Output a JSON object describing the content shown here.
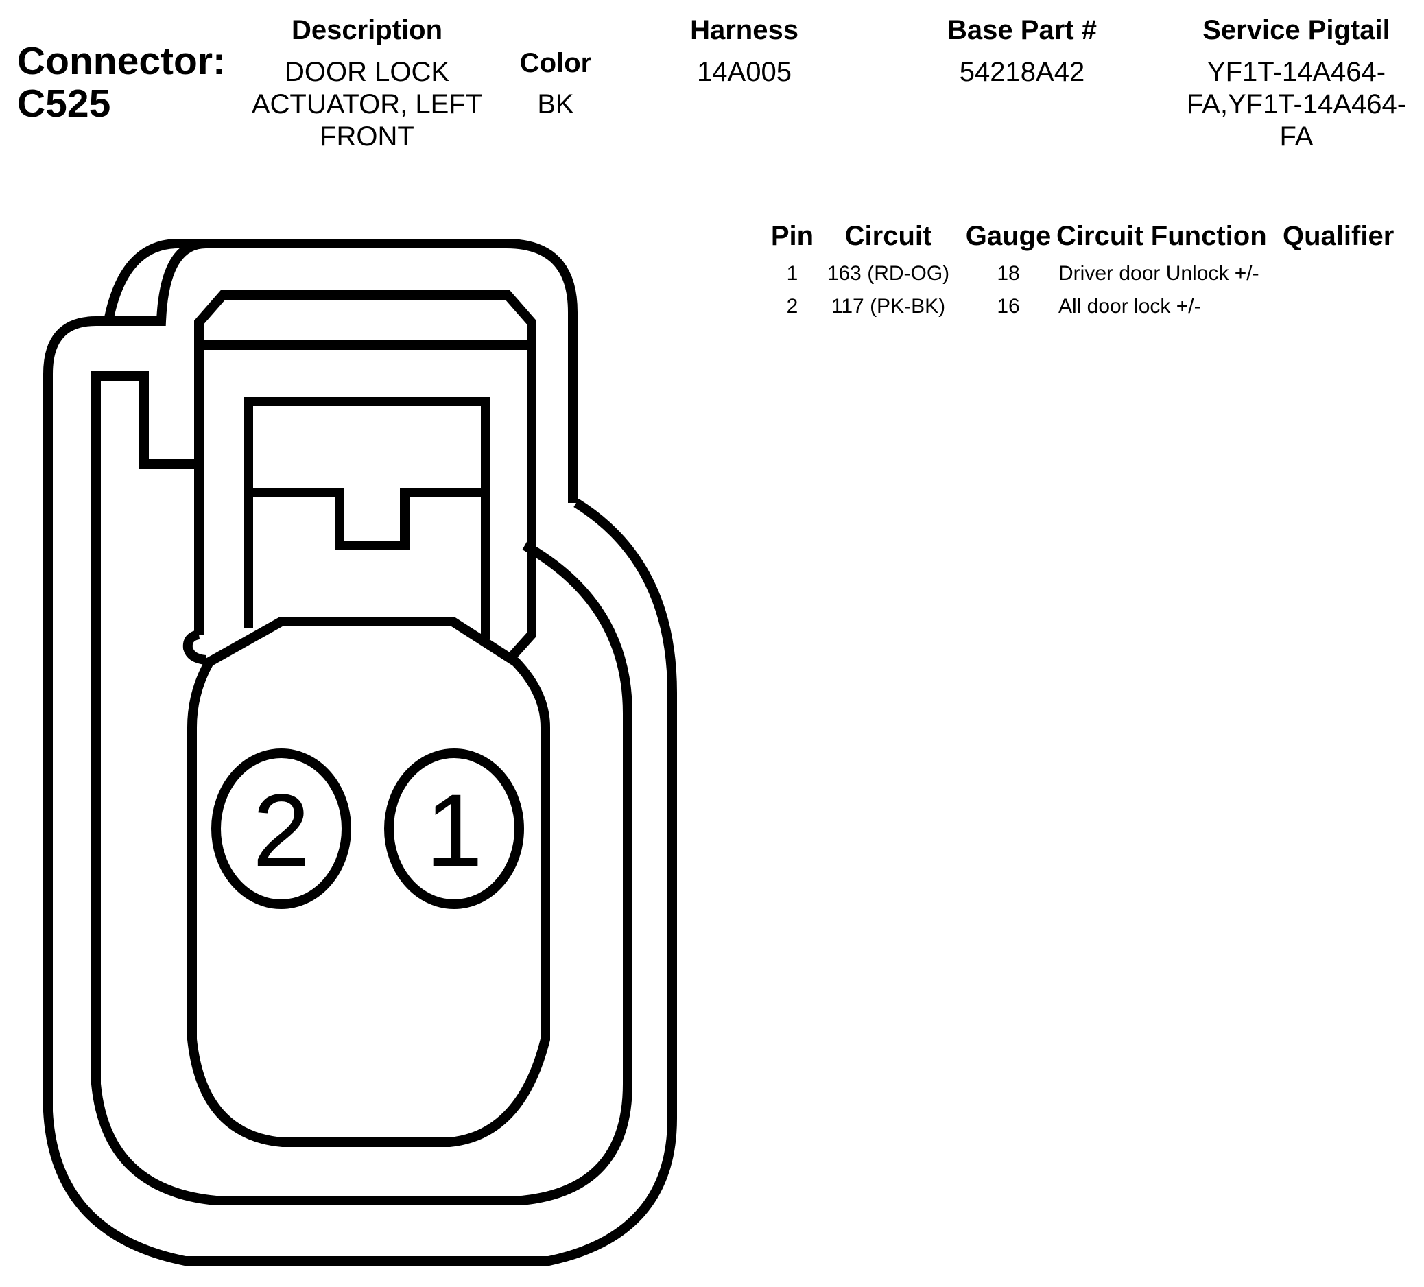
{
  "connector": {
    "label": "Connector:",
    "id": "C525"
  },
  "header": {
    "description_label": "Description",
    "description_lines": [
      "DOOR LOCK",
      "ACTUATOR, LEFT",
      "FRONT"
    ],
    "color_label": "Color",
    "color_value": "BK",
    "harness_label": "Harness",
    "harness_value": "14A005",
    "base_part_label": "Base Part #",
    "base_part_value": "54218A42",
    "pigtail_label": "Service Pigtail",
    "pigtail_lines": [
      "YF1T-14A464-",
      "FA,YF1T-14A464-",
      "FA"
    ]
  },
  "pin_table": {
    "columns": [
      "Pin",
      "Circuit",
      "Gauge",
      "Circuit Function",
      "Qualifier"
    ],
    "rows": [
      {
        "pin": "1",
        "circuit": "163 (RD-OG)",
        "gauge": "18",
        "function": "Driver door Unlock +/-",
        "qualifier": ""
      },
      {
        "pin": "2",
        "circuit": "117 (PK-BK)",
        "gauge": "16",
        "function": "All door lock +/-",
        "qualifier": ""
      }
    ]
  },
  "diagram": {
    "pins": [
      {
        "number": "2"
      },
      {
        "number": "1"
      }
    ]
  }
}
